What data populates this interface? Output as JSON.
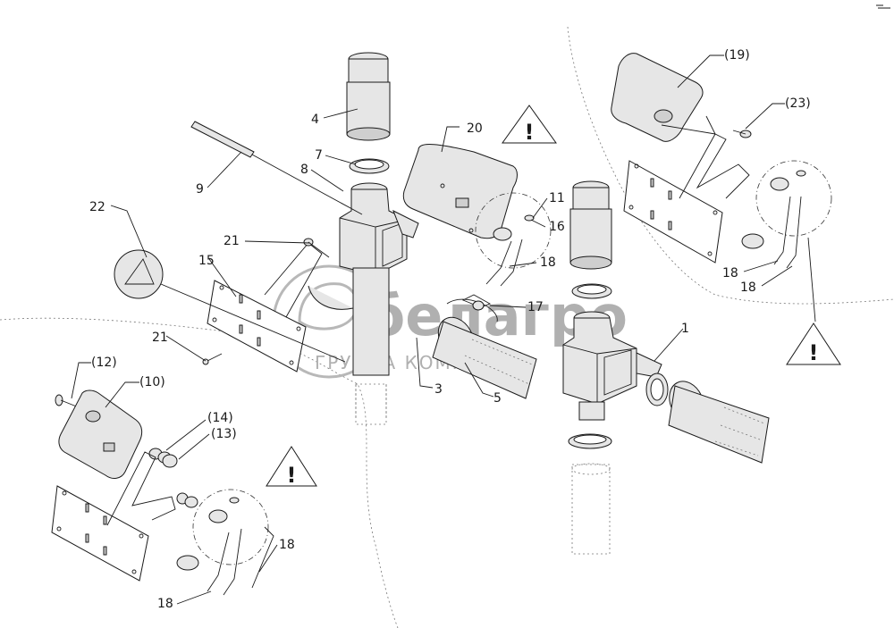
{
  "watermark": {
    "brand": "белагро",
    "subtitle": "ГРУППА КОМПАНИЙ"
  },
  "warning": {
    "symbol": "!"
  },
  "labels": {
    "l1": "1",
    "l3": "3",
    "l4": "4",
    "l5": "5",
    "l7": "7",
    "l8": "8",
    "l9": "9",
    "l10": "(10)",
    "l11": "11",
    "l12": "(12)",
    "l13": "(13)",
    "l14": "(14)",
    "l15": "15",
    "l16": "16",
    "l17": "17",
    "l18": "18",
    "l19": "(19)",
    "l20": "20",
    "l21": "21",
    "l22": "22",
    "l23": "(23)"
  },
  "colors": {
    "line": "#1a1a1a",
    "fill": "#e6e6e6",
    "watermark": "#b8b8b8"
  },
  "icons": [
    "warning-triangle-icon",
    "belagro-logo-icon",
    "clip-marker-icon"
  ]
}
